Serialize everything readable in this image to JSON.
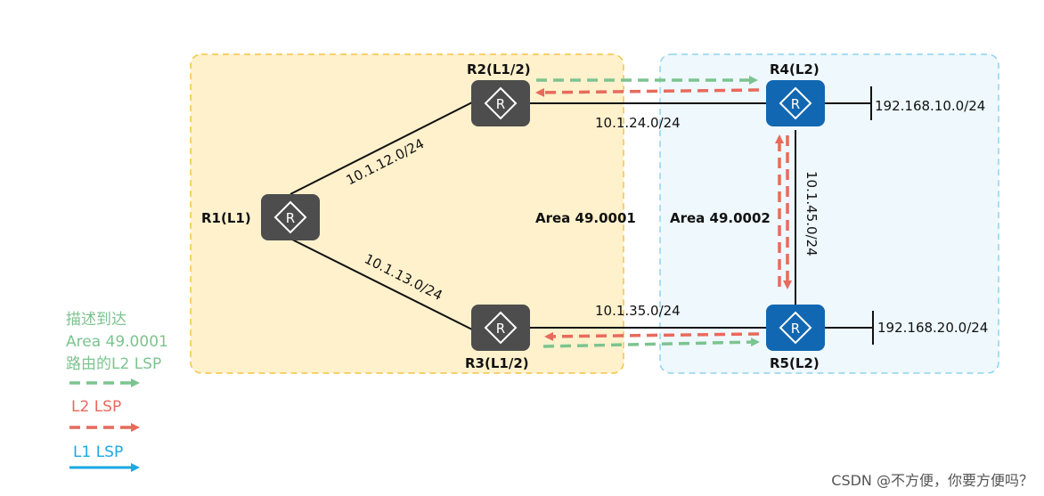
{
  "areas": {
    "area1": {
      "label": "Area 49.0001",
      "fill": "#fff1cc",
      "stroke": "#f5c445"
    },
    "area2": {
      "label": "Area 49.0002",
      "fill": "#eef8fd",
      "stroke": "#8fd3ef"
    }
  },
  "routers": {
    "r1": {
      "label": "R1(L1)",
      "color": "#4d4d4d"
    },
    "r2": {
      "label": "R2(L1/2)",
      "color": "#4d4d4d"
    },
    "r3": {
      "label": "R3(L1/2)",
      "color": "#4d4d4d"
    },
    "r4": {
      "label": "R4(L2)",
      "color": "#1167b1"
    },
    "r5": {
      "label": "R5(L2)",
      "color": "#1167b1"
    }
  },
  "links": {
    "r1_r2": "10.1.12.0/24",
    "r1_r3": "10.1.13.0/24",
    "r2_r4": "10.1.24.0/24",
    "r3_r5": "10.1.35.0/24",
    "r4_r5": "10.1.45.0/24"
  },
  "networks": {
    "r4_net": "192.168.10.0/24",
    "r5_net": "192.168.20.0/24"
  },
  "legend": {
    "green": {
      "line1": "描述到达",
      "line2": "Area 49.0001",
      "line3": "路由的L2 LSP",
      "color": "#7cc48f"
    },
    "red": {
      "label": "L2 LSP",
      "color": "#e86a5c"
    },
    "blue": {
      "label": "L1 LSP",
      "color": "#1ba8e6"
    }
  },
  "watermark": "CSDN @不方便，你要方便吗？"
}
